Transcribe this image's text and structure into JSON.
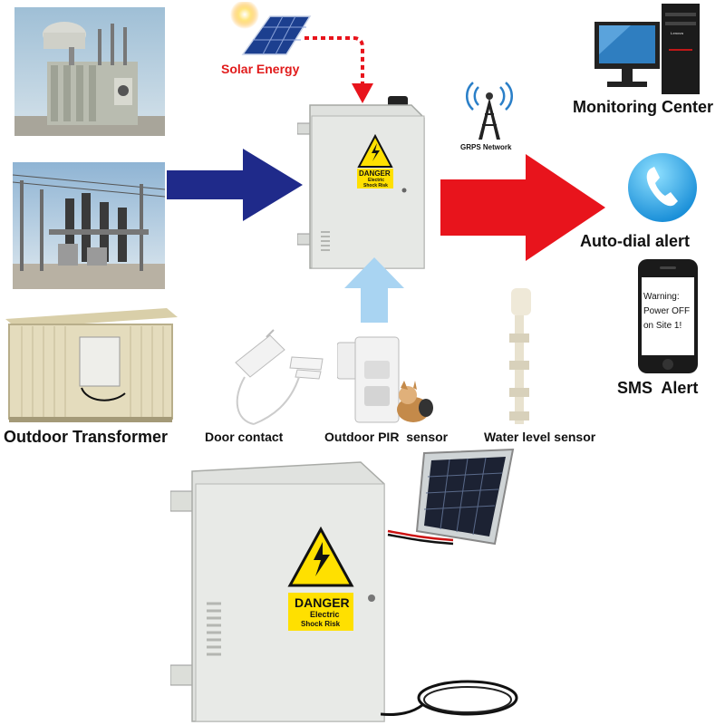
{
  "labels": {
    "solar_energy": "Solar Energy",
    "grps_network": "GRPS Network",
    "monitoring_center": "Monitoring Center",
    "auto_dial_alert": "Auto-dial alert",
    "sms_alert": "SMS  Alert",
    "outdoor_transformer": "Outdoor Transformer",
    "door_contact": "Door contact",
    "outdoor_pir_sensor": "Outdoor PIR  sensor",
    "water_level_sensor": "Water level sensor"
  },
  "danger_sign": {
    "title": "DANGER",
    "line1": "Electric",
    "line2": "Shock Risk"
  },
  "phone_screen": {
    "line1": "Warning:",
    "line2": "Power OFF",
    "line3": "on Site 1!"
  },
  "monitor_brand": "Lenovo",
  "icons": [
    "antenna-tower-icon",
    "phone-handset-icon",
    "solar-panel-icon",
    "lightning-warning-icon"
  ],
  "colors": {
    "input_arrow": "#1f2a8a",
    "output_arrow": "#e8141c",
    "sensor_arrow": "#a9d4f2",
    "solar_text": "#e11b1b",
    "danger_yellow": "#ffe000"
  }
}
